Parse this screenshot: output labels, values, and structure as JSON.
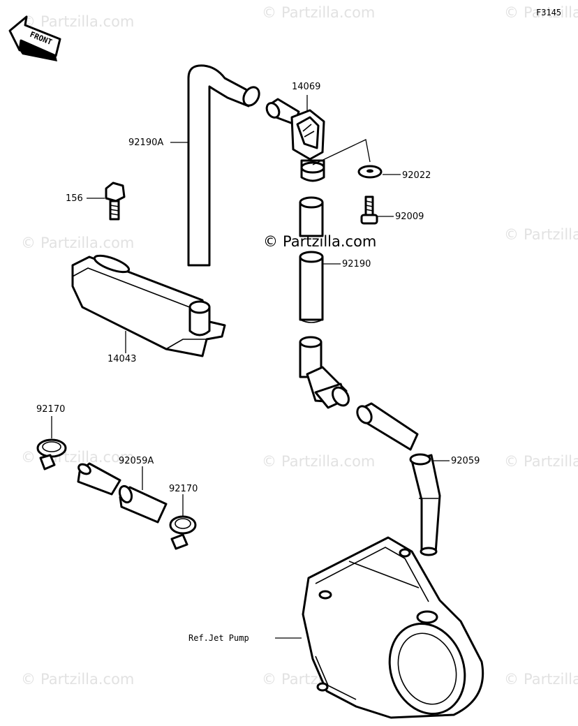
{
  "figure_code": "F3145",
  "direction_label": "FRONT",
  "watermark": "Partzilla.com",
  "parts": {
    "p14069": "14069",
    "p92190A": "92190A",
    "p92022": "92022",
    "p156": "156",
    "p92009": "92009",
    "p92190": "92190",
    "p14043": "14043",
    "p92170a": "92170",
    "p92059A": "92059A",
    "p92170b": "92170",
    "p92059": "92059",
    "ref_jet_pump": "Ref.Jet Pump"
  }
}
